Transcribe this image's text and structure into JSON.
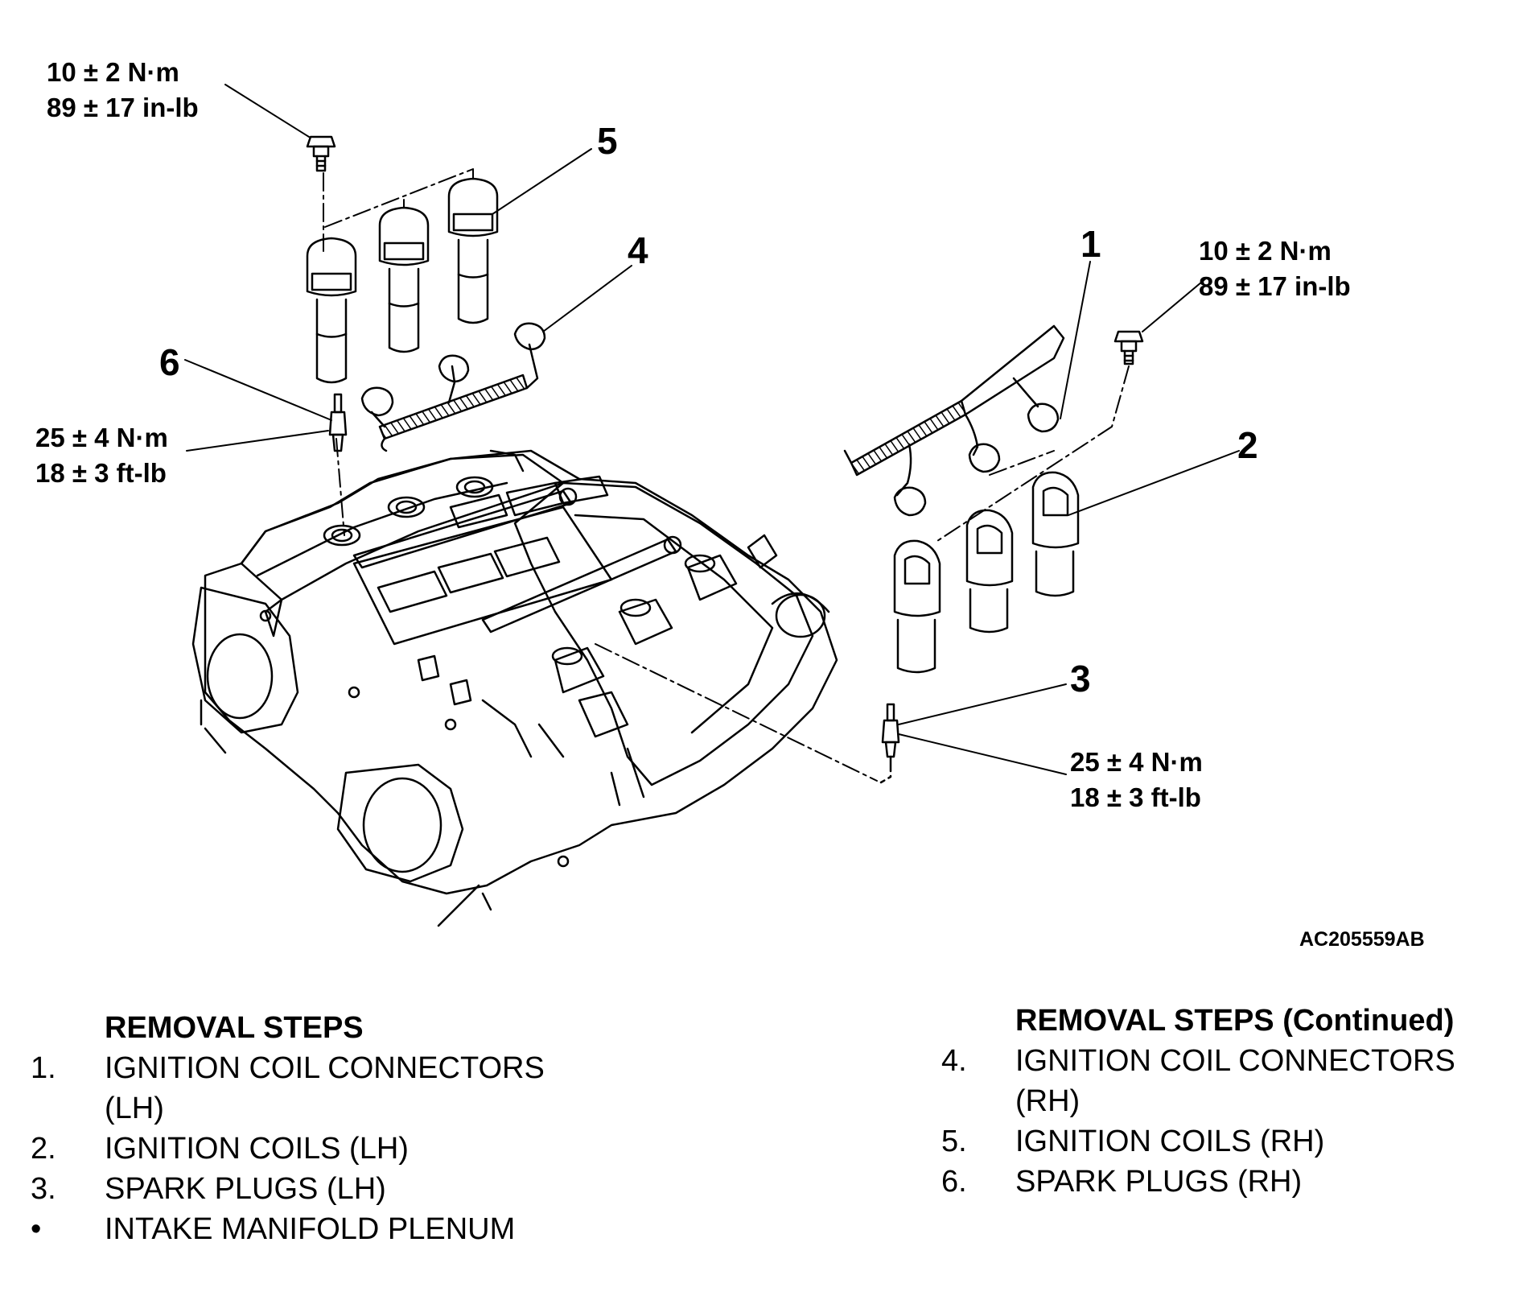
{
  "torque_labels": {
    "top_left_bolt": [
      "10 ± 2 N·m",
      "89 ± 17 in-lb"
    ],
    "right_bolt": [
      "10 ± 2 N·m",
      "89 ± 17 in-lb"
    ],
    "left_spark_plug": [
      "25 ± 4 N·m",
      "18 ± 3 ft-lb"
    ],
    "right_spark_plug": [
      "25 ± 4 N·m",
      "18 ± 3 ft-lb"
    ]
  },
  "callouts": [
    "1",
    "2",
    "3",
    "4",
    "5",
    "6"
  ],
  "figure_id": "AC205559AB",
  "steps_left": {
    "heading": "REMOVAL STEPS",
    "items": [
      {
        "n": "1.",
        "lines": [
          "IGNITION COIL CONNECTORS",
          "(LH)"
        ]
      },
      {
        "n": "2.",
        "lines": [
          "IGNITION COILS (LH)"
        ]
      },
      {
        "n": "3.",
        "lines": [
          "SPARK PLUGS (LH)"
        ]
      },
      {
        "n": "•",
        "lines": [
          "INTAKE MANIFOLD PLENUM"
        ]
      }
    ]
  },
  "steps_right": {
    "heading": "REMOVAL STEPS (Continued)",
    "items": [
      {
        "n": "4.",
        "lines": [
          "IGNITION COIL CONNECTORS",
          "(RH)"
        ]
      },
      {
        "n": "5.",
        "lines": [
          "IGNITION COILS (RH)"
        ]
      },
      {
        "n": "6.",
        "lines": [
          "SPARK PLUGS (RH)"
        ]
      }
    ]
  }
}
